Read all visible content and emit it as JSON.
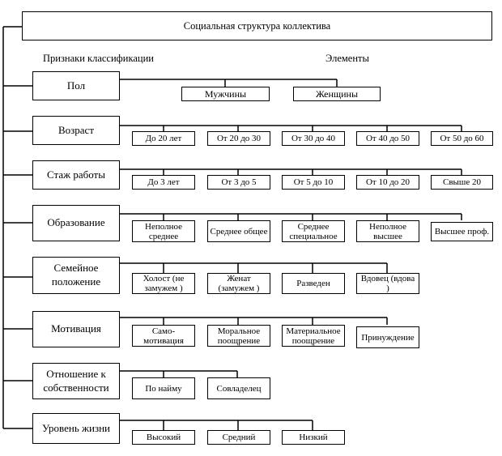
{
  "diagram_title": "Социальная структура коллектива",
  "column_headers": {
    "left": "Признаки классификации",
    "right": "Элементы"
  },
  "rows": [
    {
      "label": "Пол",
      "children": [
        "Мужчины",
        "Женщины"
      ]
    },
    {
      "label": "Возраст",
      "children": [
        "До 20 лет",
        "От 20 до 30",
        "От 30 до 40",
        "От 40 до 50",
        "От 50 до 60"
      ]
    },
    {
      "label": "Стаж работы",
      "children": [
        "До 3 лет",
        "От 3 до 5",
        "От 5 до 10",
        "От 10 до 20",
        "Свыше 20"
      ]
    },
    {
      "label": "Образование",
      "children": [
        "Неполное среднее",
        "Среднее общее",
        "Среднее специальное",
        "Неполное высшее",
        "Высшее проф."
      ]
    },
    {
      "label": "Семейное положение",
      "children": [
        "Холост (не замужем )",
        "Женат (замужем )",
        "Разведен",
        "Вдовец (вдова )"
      ]
    },
    {
      "label": "Мотивация",
      "children": [
        "Само-мотивация",
        "Моральное поощрение",
        "Материальное поощрение",
        "Принуждение"
      ]
    },
    {
      "label": "Отношение к собственности",
      "children": [
        "По найму",
        "Совладелец"
      ]
    },
    {
      "label": "Уровень жизни",
      "children": [
        "Высокий",
        "Средний",
        "Низкий"
      ]
    }
  ],
  "colors": {
    "line": "#000000",
    "box_border": "#000000",
    "background": "#ffffff",
    "text": "#000000"
  }
}
